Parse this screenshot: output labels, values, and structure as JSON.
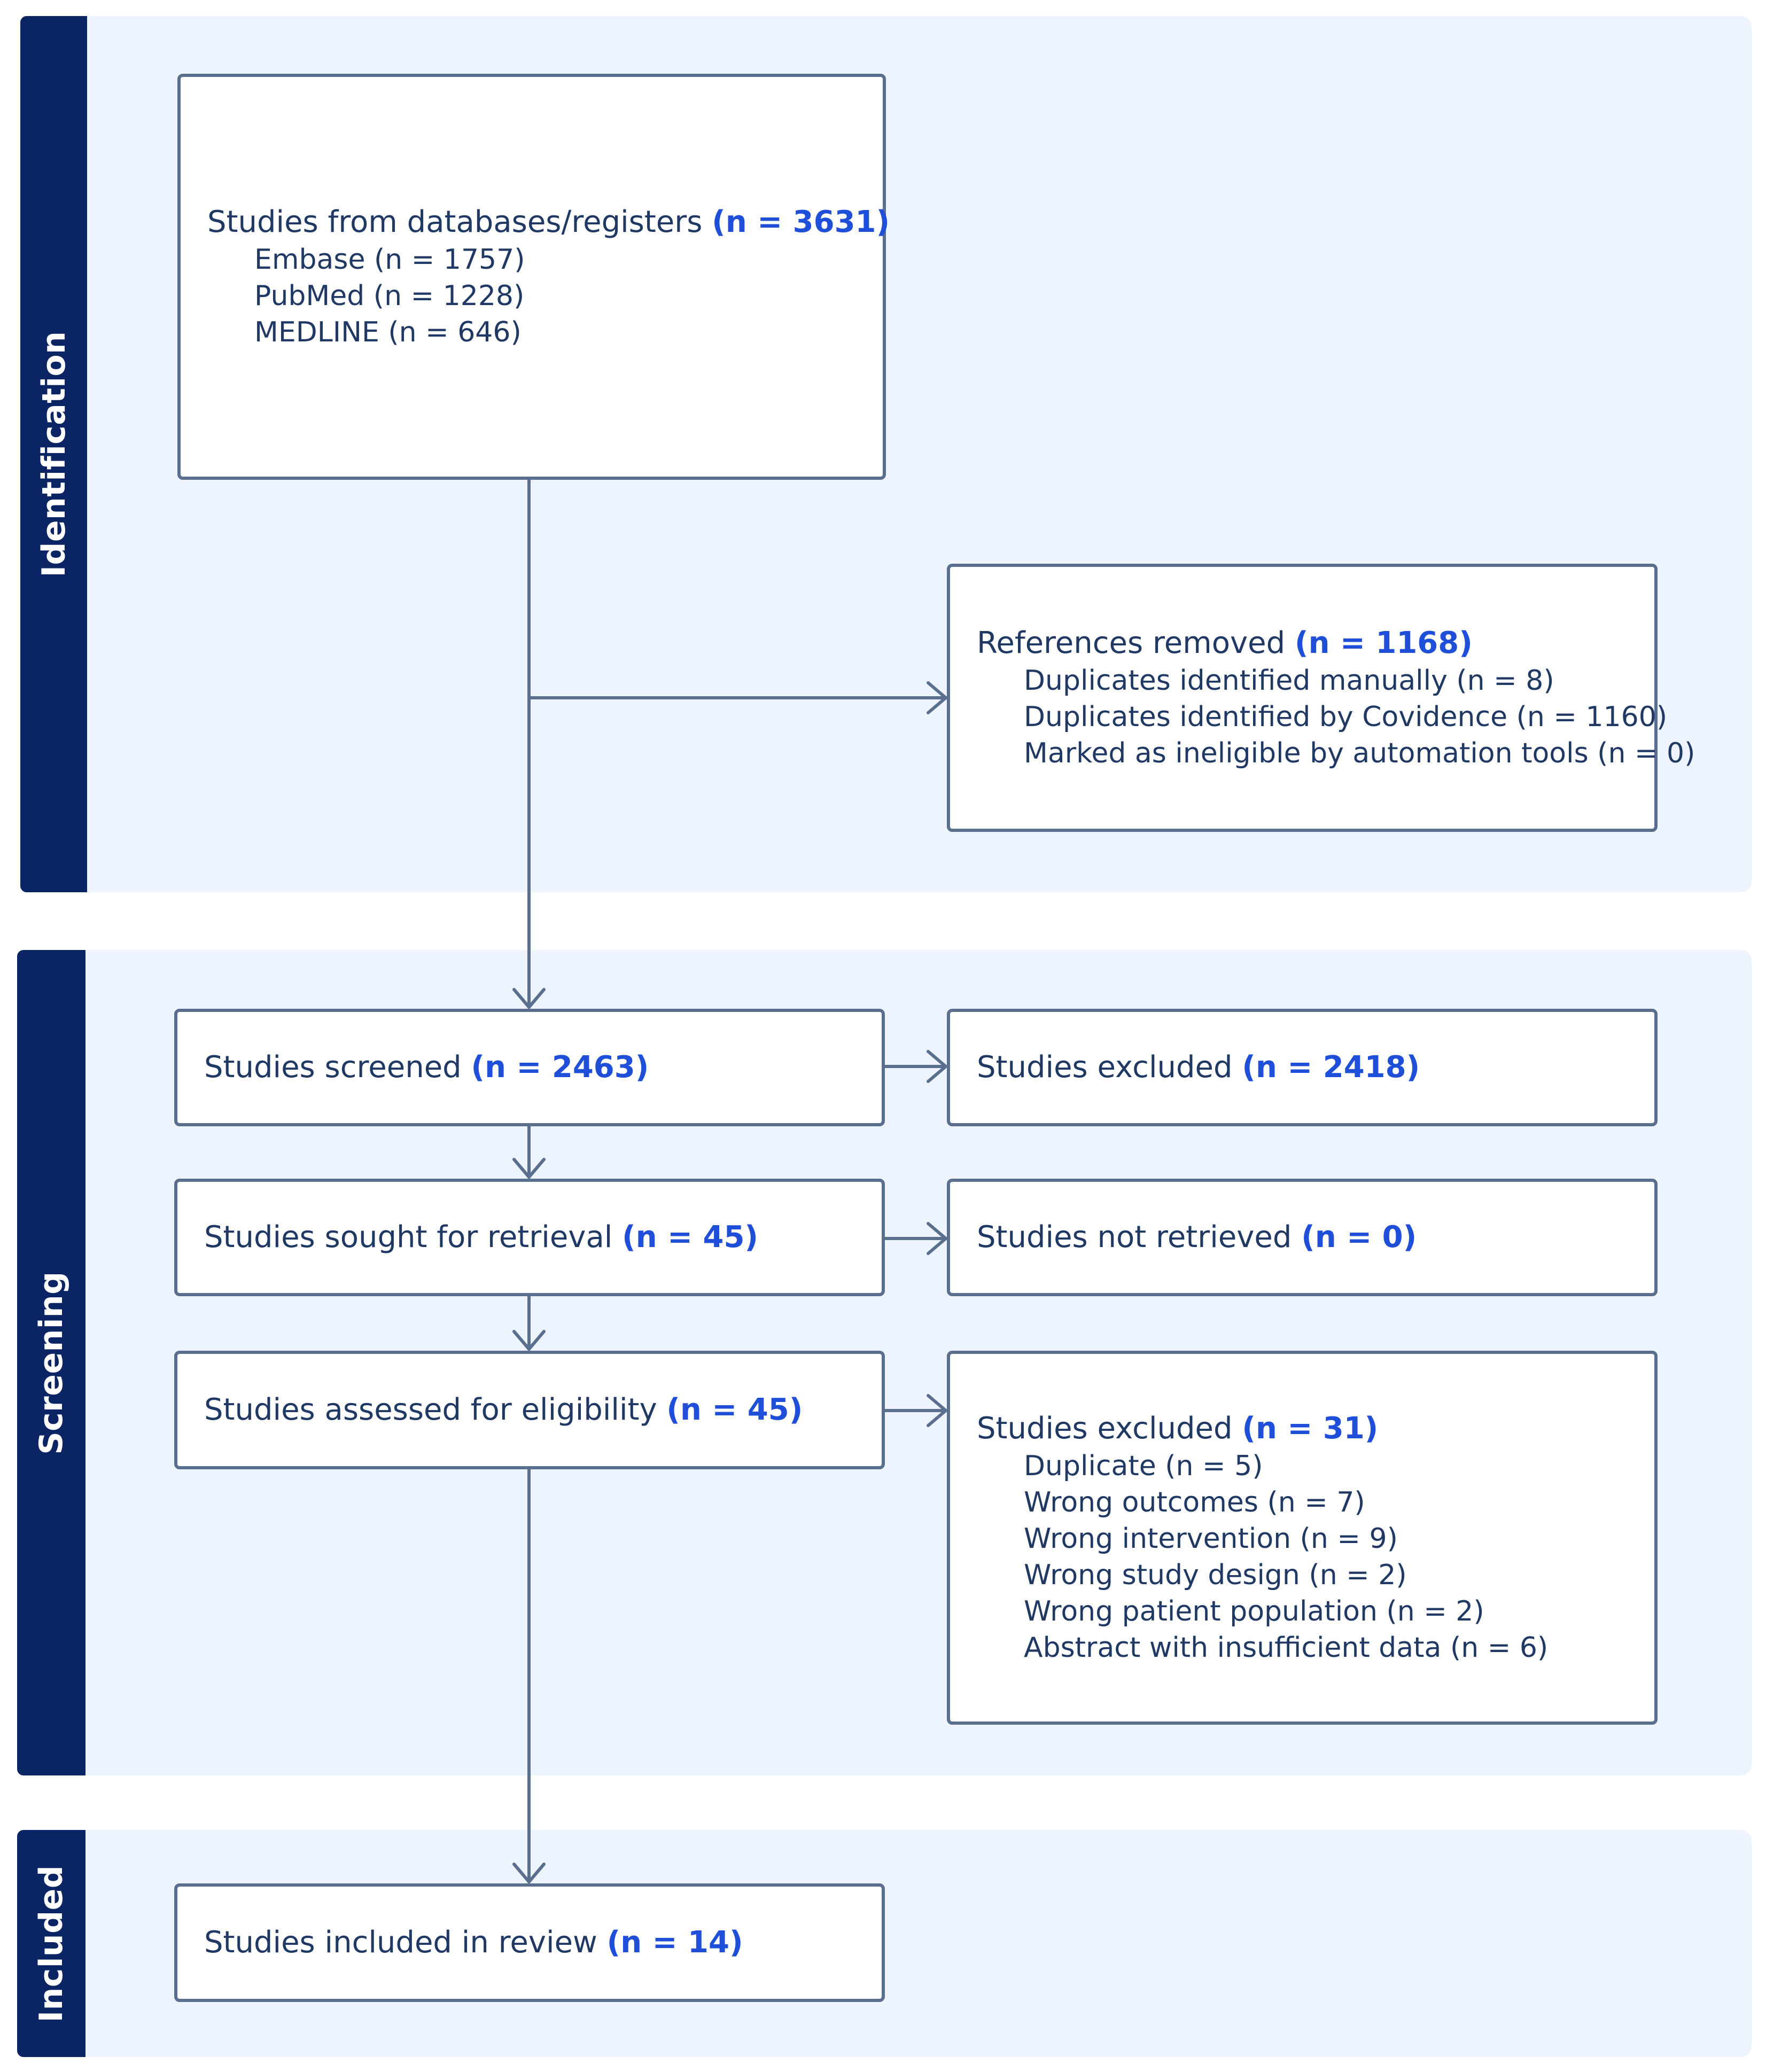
{
  "sections": {
    "identification": "Identification",
    "screening": "Screening",
    "included": "Included"
  },
  "identification_box": {
    "title": "Studies from databases/registers",
    "count": "(n = 3631)",
    "items": [
      "Embase (n = 1757)",
      "PubMed (n = 1228)",
      "MEDLINE (n = 646)"
    ]
  },
  "removed_box": {
    "title": "References removed",
    "count": "(n = 1168)",
    "items": [
      "Duplicates identified manually (n = 8)",
      "Duplicates identified by Covidence (n = 1160)",
      "Marked as ineligible by automation tools (n = 0)"
    ]
  },
  "screened_box": {
    "title": "Studies screened",
    "count": "(n = 2463)"
  },
  "excluded_screen_box": {
    "title": "Studies excluded",
    "count": "(n = 2418)"
  },
  "sought_box": {
    "title": "Studies sought for retrieval",
    "count": "(n = 45)"
  },
  "not_retrieved_box": {
    "title": "Studies not retrieved",
    "count": "(n = 0)"
  },
  "assessed_box": {
    "title": "Studies assessed for eligibility",
    "count": "(n = 45)"
  },
  "excluded_elig_box": {
    "title": "Studies excluded",
    "count": "(n = 31)",
    "items": [
      "Duplicate (n = 5)",
      "Wrong outcomes (n = 7)",
      "Wrong intervention (n = 9)",
      "Wrong study design (n = 2)",
      "Wrong patient population (n = 2)",
      "Abstract with insufficient data (n = 6)"
    ]
  },
  "included_box": {
    "title": "Studies included in review",
    "count": "(n = 14)"
  },
  "colors": {
    "section_bg": "#eef4fe",
    "section_bar": "#0b2463",
    "box_border": "#5a6e8e",
    "count_text": "#1f4fd8",
    "body_text": "#1f3864"
  }
}
